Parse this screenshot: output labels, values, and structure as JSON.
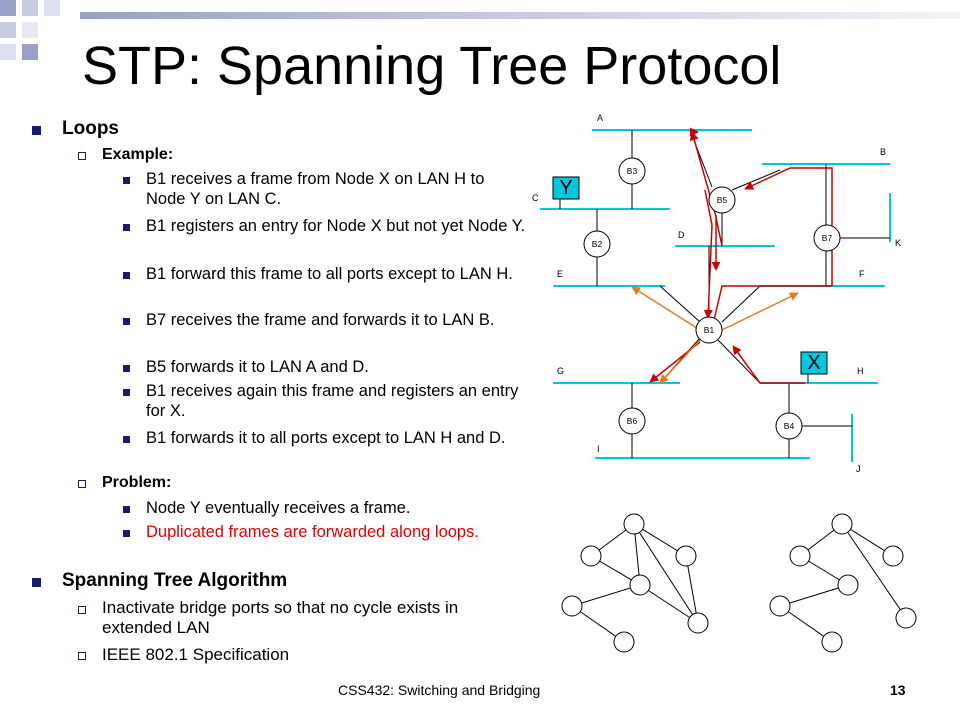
{
  "slide": {
    "title": "STP: Spanning Tree Protocol",
    "footer": "CSS432: Switching and Bridging",
    "page_number": "13"
  },
  "content": {
    "loops": "Loops",
    "example": "Example:",
    "example_items": [
      "B1 receives a frame from Node X on LAN H to Node Y on LAN C.",
      "B1 registers an entry for Node X but not yet Node Y.",
      "B1 forward this frame to all ports except to LAN H.",
      "B7 receives the frame and forwards it to LAN B.",
      "B5 forwards it to LAN A and D.",
      "B1 receives again this frame and registers an entry for X.",
      "B1 forwards it to all ports except to LAN H and D."
    ],
    "problem": "Problem:",
    "problem_items": [
      "Node Y eventually receives a frame.",
      "Duplicated frames are forwarded along loops."
    ],
    "sta": "Spanning Tree Algorithm",
    "sta_items": [
      "Inactivate bridge ports so that no cycle exists in extended LAN",
      "IEEE 802.1 Specification"
    ]
  },
  "diagram": {
    "lans": [
      "A",
      "B",
      "C",
      "D",
      "E",
      "F",
      "G",
      "H",
      "I",
      "J",
      "K"
    ],
    "bridges": [
      "B1",
      "B2",
      "B3",
      "B4",
      "B5",
      "B6",
      "B7"
    ],
    "nodes": [
      "X",
      "Y"
    ],
    "colors": {
      "lan": "#00c8e0",
      "arrow_red": "#cc0000",
      "arrow_orange": "#e87820",
      "bullet": "#1a1a6e"
    }
  }
}
